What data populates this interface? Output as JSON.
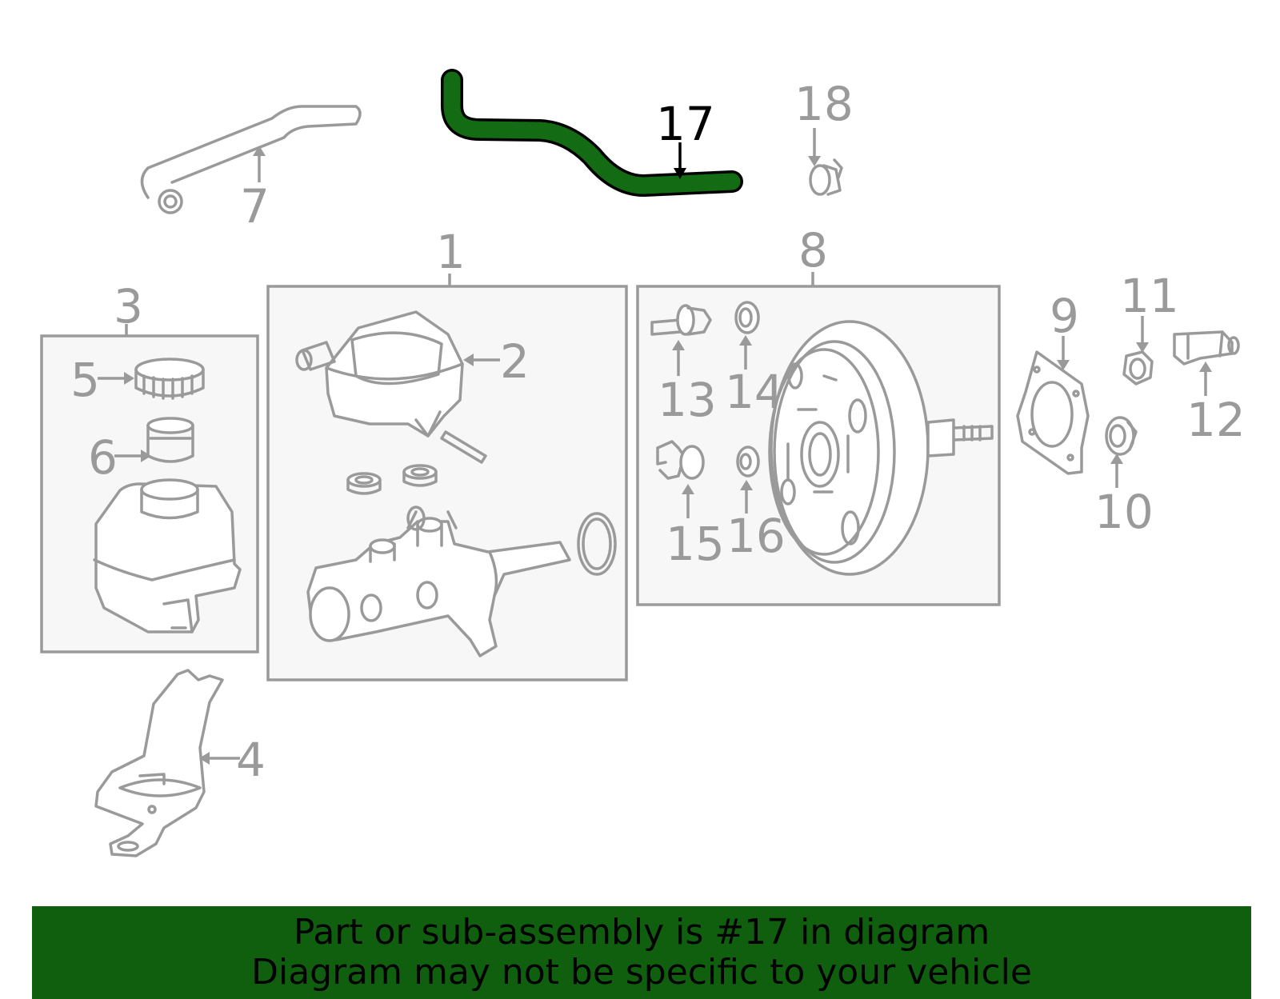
{
  "callouts": {
    "c1": "1",
    "c2": "2",
    "c3": "3",
    "c4": "4",
    "c5": "5",
    "c6": "6",
    "c7": "7",
    "c8": "8",
    "c9": "9",
    "c10": "10",
    "c11": "11",
    "c12": "12",
    "c13": "13",
    "c14": "14",
    "c15": "15",
    "c16": "16",
    "c17": "17",
    "c18": "18"
  },
  "highlight": {
    "part": "17",
    "color": "#136b13"
  },
  "banner": {
    "line1": "Part or sub-assembly is #17 in diagram",
    "line2": "Diagram may not be specific to your vehicle",
    "color": "#0f5f0f"
  }
}
